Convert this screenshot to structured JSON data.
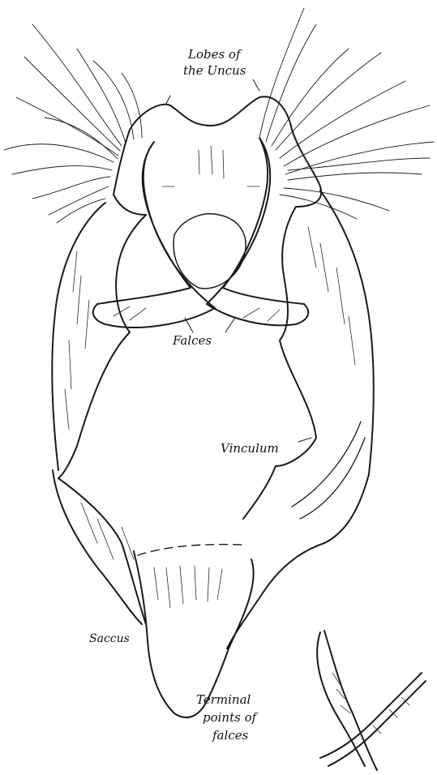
{
  "labels": {
    "uncus_line1": "Lobes of",
    "uncus_line2": "the Uncus",
    "falces": "Falces",
    "vinculum": "Vinculum",
    "saccus": "Saccus",
    "terminal_line1": "Terminal",
    "terminal_line2": "points of",
    "terminal_line3": "falces"
  },
  "colors": {
    "ink": "#1a1a1a",
    "paper": "#ffffff"
  }
}
